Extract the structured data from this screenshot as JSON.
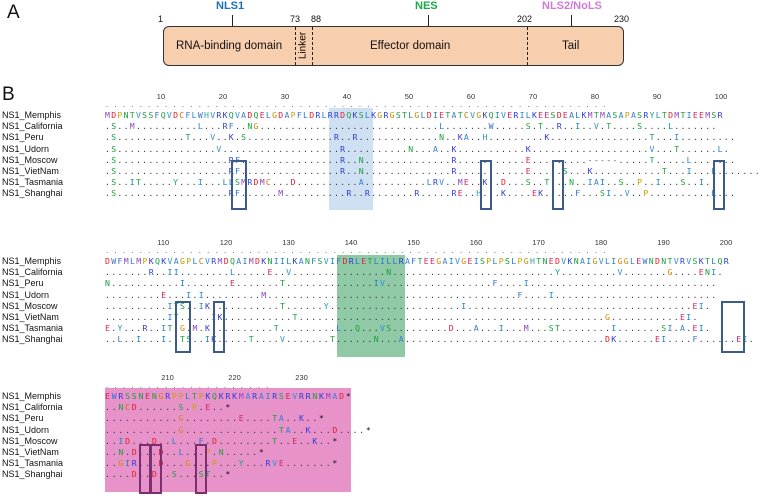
{
  "panel_a": {
    "letter": "A",
    "labels": {
      "nls1": "NLS1",
      "nes": "NES",
      "nls2": "NLS2/NoLS"
    },
    "numbers": {
      "n1": "1",
      "n73": "73",
      "n88": "88",
      "n202": "202",
      "n230": "230"
    },
    "domains": {
      "rna": "RNA-binding domain",
      "linker": "Linker",
      "effector": "Effector domain",
      "tail": "Tail"
    },
    "colors": {
      "nls1": "#1f6fb2",
      "nes": "#1aa84a",
      "nls2": "#d07ad8",
      "bar": "#f7cfae"
    }
  },
  "panel_b": {
    "letter": "B",
    "names": [
      "NS1_Memphis",
      "NS1_California",
      "NS1_Peru",
      "NS1_Udorn",
      "NS1_Moscow",
      "NS1_VietNam",
      "NS1_Tasmania",
      "NS1_Shanghai"
    ],
    "block1": {
      "ruler": [
        "10",
        "20",
        "30",
        "40",
        "50",
        "60",
        "70",
        "80",
        "90",
        "100"
      ],
      "seqs": [
        "MDPNTVSSFQVDCFLWHVRKQVADQELGDAPFLDRLRRDQKSLKGRGSTLGLDIETATCVGKQIVERILKEESDEALKMTMASAPASRYLTDMTIEEMSR",
        ".S..M..........L...RF..NG.............................L.......W.....S.T..R..I..V.T....S....L.......",
        ".S...........T...V..K.S..............R..R.............N..KA..H.........K................T...I.........",
        ".S................V...................R..........N...A..K...........K...................V...T......L.",
        ".S..................RF................R..N..............R...........E.........-----.....T.....L.......",
        ".S..................RF................R..N..............R...........E.....S...K...........T...I...L.......",
        ".S..IT.....Y...I...LLSMRDMC...D..........A..........LRV..ME..K..D...S..T...N..IAI..S..P..I...S..I..",
        ".S..................RF......M..........R..R.......R.....RE..H...K....EK.....F...SI..V..P..........L..."
      ]
    },
    "block2": {
      "ruler": [
        "110",
        "120",
        "130",
        "140",
        "150",
        "160",
        "170",
        "180",
        "190",
        "200"
      ],
      "seqs": [
        "DWFMLMPKQKVAGPLCVRMDQAIMDKNIILKANFSVIFDRLETLILLRAFTEEGAIVGEISPLPSLPGHTNEDVKNAIGVLIGGLEWNDNTVRVSKTLQR",
        ".......R..II........L.....E..V...............N..........................Y.........V.......G....ENI.",
        "N...........I.......E.......T..............IV.................F....I..............................",
        ".........E...I.I.........M........................................F....I..........................",
        "..........ITS..IK...........T......Y.....................I....................................EI.",
        "..........IT.....IK...........T.................................................G...........EI.",
        "E.Y...R..IT.G.M.K..........T.........L..Q...VS.........D...A...I...M...ST........I.......SI.A.EI.",
        "..L..I...I..TS..IK.....T....V.......T......N...A................................DK......EI....F......EI."
      ]
    },
    "block3": {
      "ruler": [
        "210",
        "220",
        "230"
      ],
      "seqs": [
        "EWRSSNENGRPPLTPKQKRKMARAIRSEVRRNKMAD*",
        "..NCD......S.P.E..*",
        "...........G........E....TA..K..*",
        "...........G..............TA..K...D....*",
        "..ID...D..L...F.D........T..E..K..*",
        "..N.D...D..L...P.N.....*",
        "..GIR...D...G...P...Y...RVE.......*",
        "....D..D..S...ST..*"
      ]
    },
    "colors": {
      "highlight_blue": "#cfe0f3",
      "highlight_green": "#8fc9a6",
      "highlight_pink": "#e37fc0",
      "box": "#3c5a8a"
    }
  }
}
